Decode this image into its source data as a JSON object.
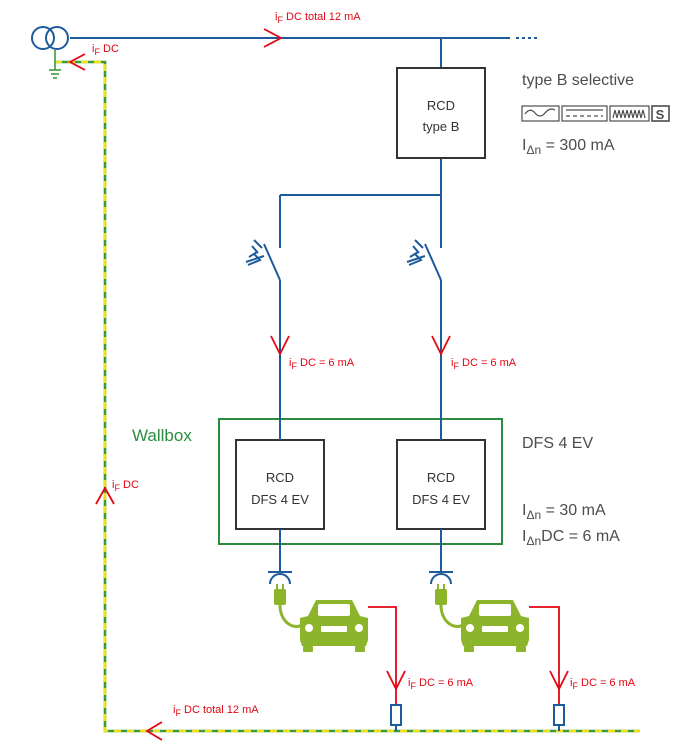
{
  "labels": {
    "current_total_top": "i_F DC total 12 mA",
    "current_total_bottom": "i_F DC total 12 mA",
    "current_return_top": "i_F DC",
    "current_return_left": "i_F DC",
    "branch_left": "i_F DC = 6 mA",
    "branch_right": "i_F DC = 6 mA",
    "load_left": "i_F DC = 6 mA",
    "load_right": "i_F DC = 6 mA"
  },
  "rcd_main": {
    "line1": "RCD",
    "line2": "type B"
  },
  "main_spec": {
    "title": "type B selective",
    "rating": "I_Δn = 300 mA"
  },
  "wallbox": {
    "label": "Wallbox",
    "rcd_left": {
      "line1": "RCD",
      "line2": "DFS 4 EV"
    },
    "rcd_right": {
      "line1": "RCD",
      "line2": "DFS 4 EV"
    }
  },
  "dfs_spec": {
    "title": "DFS 4 EV",
    "rating1": "I_Δn = 30 mA",
    "rating2": "I_ΔnDC = 6 mA"
  },
  "colors": {
    "wire": "#1d5b9b",
    "current": "#e30613",
    "earth_yellow": "#f0e01c",
    "earth_green": "#3c9a3c",
    "wallbox": "#2a8c3e",
    "car": "#8db52c"
  },
  "icons": [
    "transformer-icon",
    "ground-icon",
    "breaker-icon",
    "ev-charger-icon",
    "car-icon",
    "resistor-icon",
    "waveform-icon"
  ]
}
